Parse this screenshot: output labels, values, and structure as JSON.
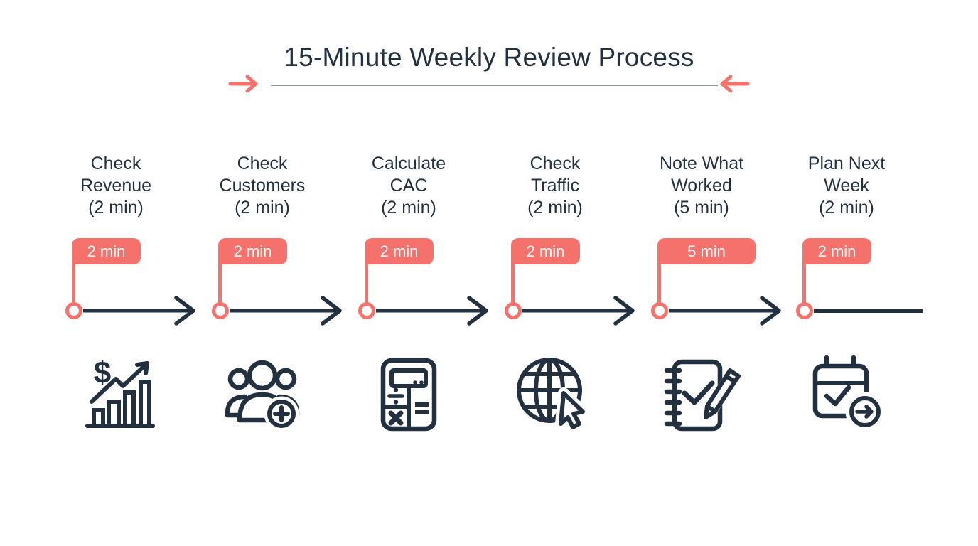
{
  "title": "15-Minute Weekly Review Process",
  "colors": {
    "navy": "#233040",
    "coral": "#f4726b",
    "underline": "#8e959c",
    "background": "#ffffff",
    "flag_text": "#ffffff"
  },
  "header_icons": {
    "left": "right-arrow-icon",
    "right": "left-arrow-icon"
  },
  "steps": [
    {
      "line1": "Check",
      "line2": "Revenue",
      "time": "(2 min)",
      "badge": "2 min",
      "icon": "revenue-chart-icon"
    },
    {
      "line1": "Check",
      "line2": "Customers",
      "time": "(2 min)",
      "badge": "2 min",
      "icon": "add-customers-icon"
    },
    {
      "line1": "Calculate",
      "line2": "CAC",
      "time": "(2 min)",
      "badge": "2 min",
      "icon": "calculator-icon"
    },
    {
      "line1": "Check",
      "line2": "Traffic",
      "time": "(2 min)",
      "badge": "2 min",
      "icon": "web-traffic-globe-icon"
    },
    {
      "line1": "Note What",
      "line2": "Worked",
      "time": "(5 min)",
      "badge": "5 min",
      "icon": "notebook-check-icon"
    },
    {
      "line1": "Plan Next",
      "line2": "Week",
      "time": "(2 min)",
      "badge": "2 min",
      "icon": "calendar-next-week-icon"
    }
  ]
}
